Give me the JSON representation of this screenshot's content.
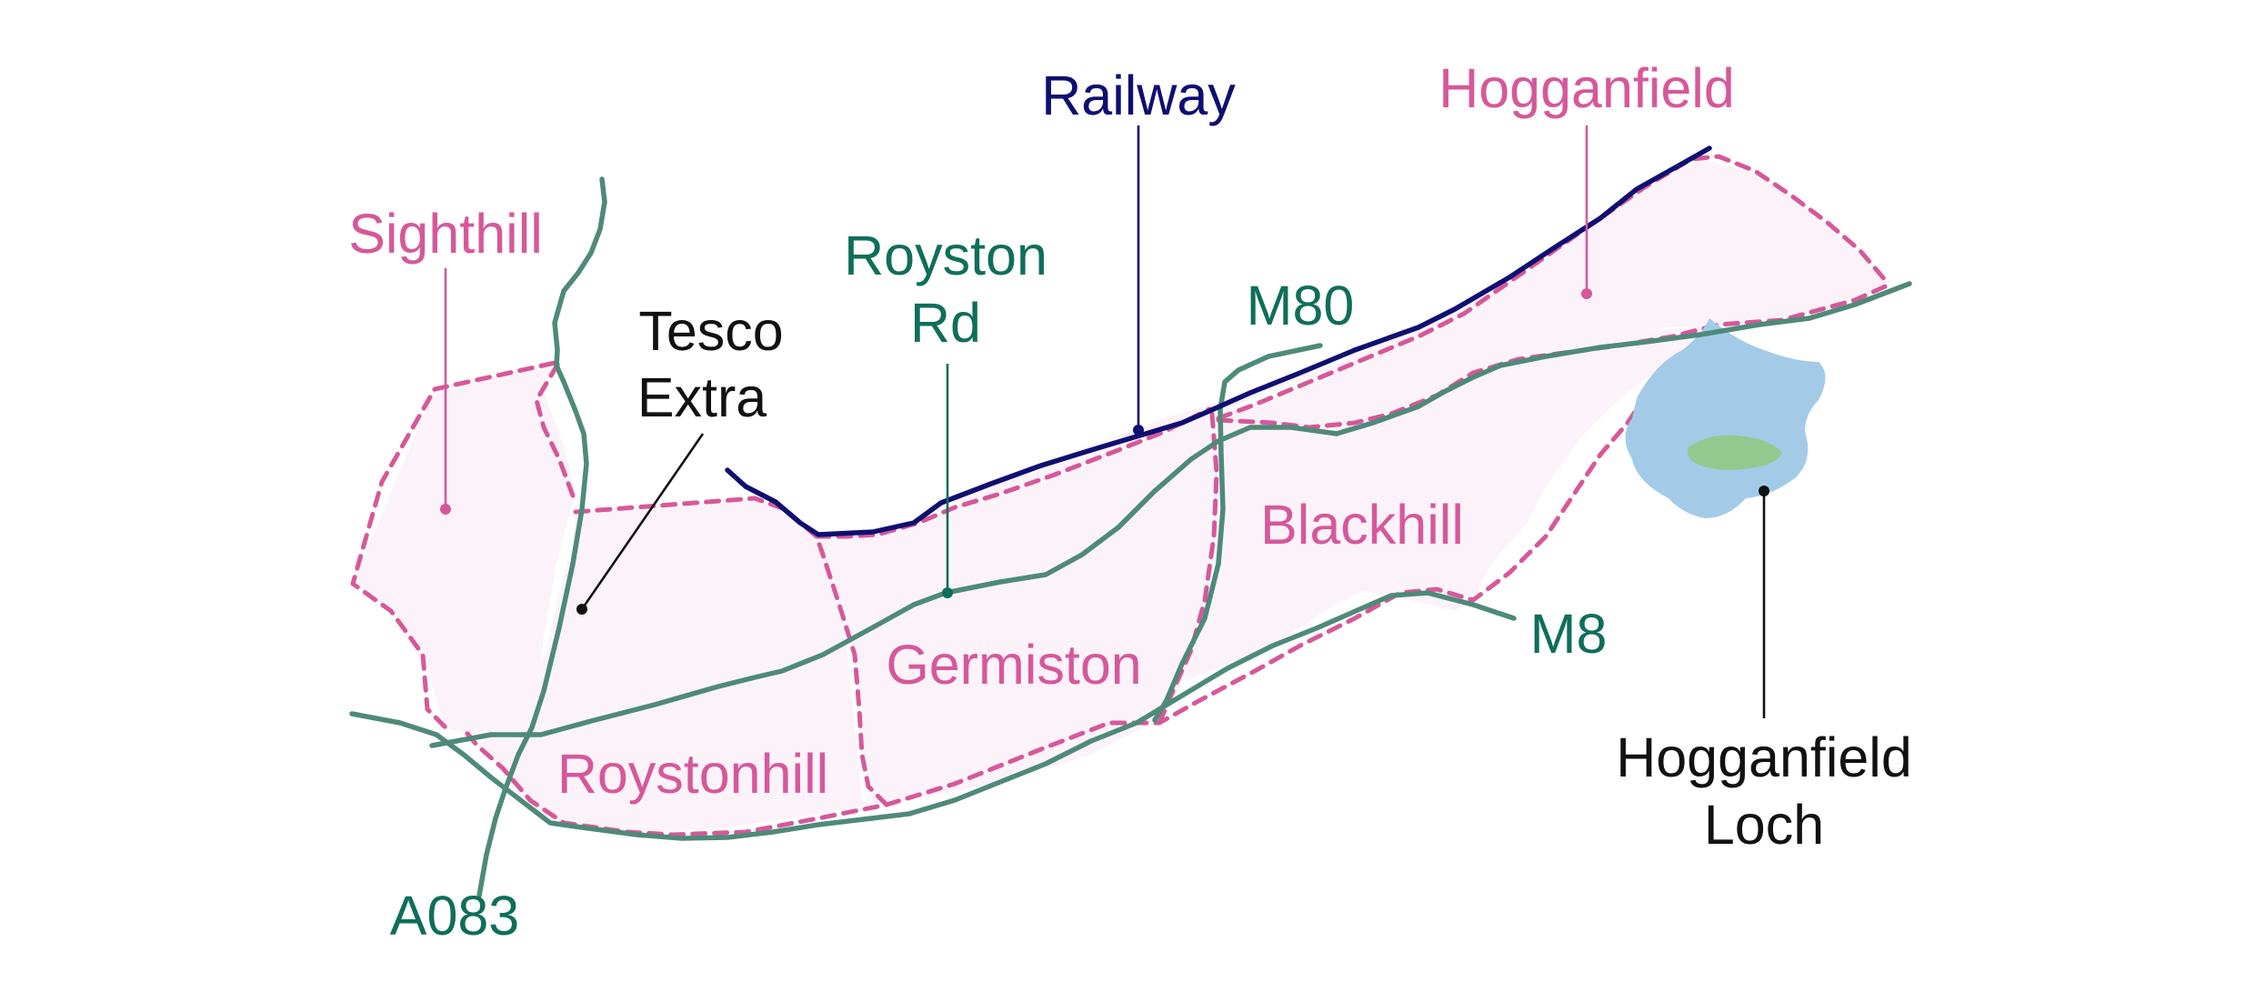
{
  "colors": {
    "area": "#d6589a",
    "area_fill": "#fbf3f9",
    "road": "#4e8a79",
    "road_label": "#0f6e5a",
    "railway": "#0f0f72",
    "landmark": "#111111",
    "loch_water": "#a3cbe8",
    "loch_island": "#93c98e"
  },
  "areas": {
    "sighthill": "Sighthill",
    "roystonhill": "Roystonhill",
    "germiston": "Germiston",
    "blackhill": "Blackhill",
    "hogganfield": "Hogganfield"
  },
  "roads": {
    "royston_rd": [
      "Royston",
      "Rd"
    ],
    "m80": "M80",
    "m8": "M8",
    "a083": "A083"
  },
  "railway": {
    "label": "Railway"
  },
  "landmarks": {
    "tesco": [
      "Tesco",
      "Extra"
    ],
    "loch": [
      "Hogganfield",
      "Loch"
    ]
  }
}
